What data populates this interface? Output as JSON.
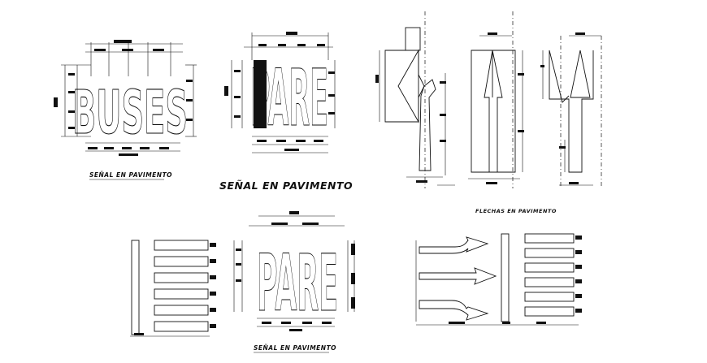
{
  "captions": {
    "main_title": "SEÑAL EN PAVIMENTO",
    "buses_caption": "SEÑAL EN PAVIMENTO",
    "arrows_caption": "FLECHAS EN PAVIMENTO",
    "pare_crosswalk_caption": "SEÑAL EN PAVIMENTO"
  },
  "lettering": {
    "buses": "BUSES",
    "pare_top": "PARE",
    "pare_bottom": "PARE"
  },
  "colors": {
    "ink": "#111111",
    "paper": "#ffffff"
  }
}
